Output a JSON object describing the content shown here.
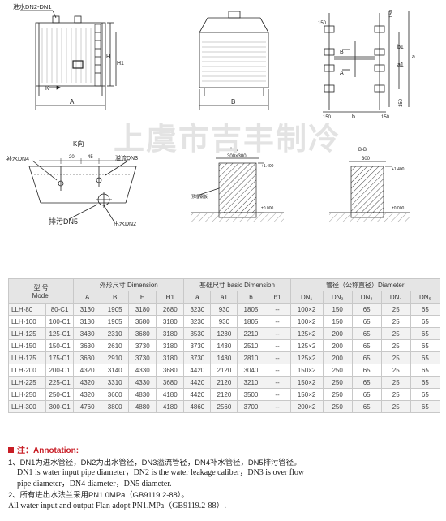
{
  "drawings": {
    "front": {
      "pipe": "进水DN2-DN1",
      "width": "A",
      "height": "H",
      "h1": "H1",
      "k_arrow": "K"
    },
    "side": {
      "width": "B"
    },
    "plan": {
      "dim_top1": "150",
      "dim_top2": "150",
      "dim_right1": "b1",
      "dim_right2": "a",
      "dim_right3": "a1",
      "dim_bottom1": "150",
      "dim_bottom2": "b",
      "dim_bottom3": "150",
      "dim_left": "150",
      "section_b": "B",
      "section_a": "A"
    },
    "k_view": {
      "title": "K向",
      "dn4": "补水DN4",
      "dn3": "溢流DN3",
      "dim1": "20",
      "dim2": "45",
      "dn5": "排污DN5",
      "dn2": "出水DN2"
    },
    "section_aa": {
      "title": "A-A",
      "dim": "300×300",
      "label": "预埋钢板",
      "level1": "+1.400",
      "level2": "±0.000"
    },
    "section_bb": {
      "title": "B-B",
      "dim": "300",
      "level1": "+1.400",
      "level2": "±0.000"
    }
  },
  "watermark": "上虞市吉丰制冷",
  "table": {
    "header_model": "型 号",
    "header_model_en": "Model",
    "group_dim": "外形尺寸 Dimension",
    "group_basic": "基础尺寸 basic Dimension",
    "group_pipe": "管径（公称直径）Diameter",
    "sub_headers": [
      "A",
      "B",
      "H",
      "H1",
      "a",
      "a1",
      "b",
      "b1",
      "DN₁",
      "DN₂",
      "DN₃",
      "DN₄",
      "DN₅"
    ],
    "rows": [
      {
        "model": "LLH-80",
        "code": "80-C1",
        "values": [
          "3130",
          "1905",
          "3180",
          "2680",
          "3230",
          "930",
          "1805",
          "--",
          "100×2",
          "150",
          "65",
          "25",
          "65"
        ]
      },
      {
        "model": "LLH-100",
        "code": "100-C1",
        "values": [
          "3130",
          "1905",
          "3680",
          "3180",
          "3230",
          "930",
          "1805",
          "--",
          "100×2",
          "150",
          "65",
          "25",
          "65"
        ]
      },
      {
        "model": "LLH-125",
        "code": "125-C1",
        "values": [
          "3430",
          "2310",
          "3680",
          "3180",
          "3530",
          "1230",
          "2210",
          "--",
          "125×2",
          "200",
          "65",
          "25",
          "65"
        ]
      },
      {
        "model": "LLH-150",
        "code": "150-C1",
        "values": [
          "3630",
          "2610",
          "3730",
          "3180",
          "3730",
          "1430",
          "2510",
          "--",
          "125×2",
          "200",
          "65",
          "25",
          "65"
        ]
      },
      {
        "model": "LLH-175",
        "code": "175-C1",
        "values": [
          "3630",
          "2910",
          "3730",
          "3180",
          "3730",
          "1430",
          "2810",
          "--",
          "125×2",
          "200",
          "65",
          "25",
          "65"
        ]
      },
      {
        "model": "LLH-200",
        "code": "200-C1",
        "values": [
          "4320",
          "3140",
          "4330",
          "3680",
          "4420",
          "2120",
          "3040",
          "--",
          "150×2",
          "250",
          "65",
          "25",
          "65"
        ]
      },
      {
        "model": "LLH-225",
        "code": "225-C1",
        "values": [
          "4320",
          "3310",
          "4330",
          "3680",
          "4420",
          "2120",
          "3210",
          "--",
          "150×2",
          "250",
          "65",
          "25",
          "65"
        ]
      },
      {
        "model": "LLH-250",
        "code": "250-C1",
        "values": [
          "4320",
          "3600",
          "4830",
          "4180",
          "4420",
          "2120",
          "3500",
          "--",
          "150×2",
          "250",
          "65",
          "25",
          "65"
        ]
      },
      {
        "model": "LLH-300",
        "code": "300-C1",
        "values": [
          "4760",
          "3800",
          "4880",
          "4180",
          "4860",
          "2560",
          "3700",
          "--",
          "200×2",
          "250",
          "65",
          "25",
          "65"
        ]
      }
    ]
  },
  "notes": {
    "title": "注：Annotation:",
    "line1_cn": "1、DN1为进水管径，DN2为出水管径，DN3溢流管径，DN4补水管径，DN5排污管径。",
    "line1_en_a": "DN1 is water input pipe diameter，DN2 is the water leakage caliber，DN3 is over flow",
    "line1_en_b": "pipe diameter，DN4 diameter，DN5 diameter.",
    "line2_cn": "2、所有进出水法兰采用PN1.0MPa（GB9119.2-88）。",
    "line2_en": "All water input and output Flan adopt PN1.MPa（GB9119.2-88）."
  },
  "colors": {
    "accent": "#c81d25",
    "table_header": "#e5e5e5",
    "table_stripe": "#f2f2f2"
  }
}
